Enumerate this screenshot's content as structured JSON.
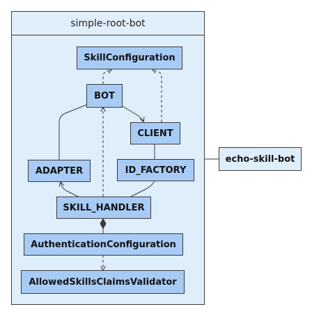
{
  "container": {
    "title": "simple-root-bot"
  },
  "nodes": {
    "skill_configuration": "SkillConfiguration",
    "bot": "BOT",
    "client": "CLIENT",
    "adapter": "ADAPTER",
    "id_factory": "ID_FACTORY",
    "skill_handler": "SKILL_HANDLER",
    "authentication_configuration": "AuthenticationConfiguration",
    "allowed_skills_claims_validator": "AllowedSkillsClaimsValidator"
  },
  "external": {
    "echo_skill_bot": "echo-skill-bot"
  },
  "colors": {
    "node_fill": "#a8cbf6",
    "container_fill": "#deeefb",
    "line": "#3a3a3a"
  }
}
